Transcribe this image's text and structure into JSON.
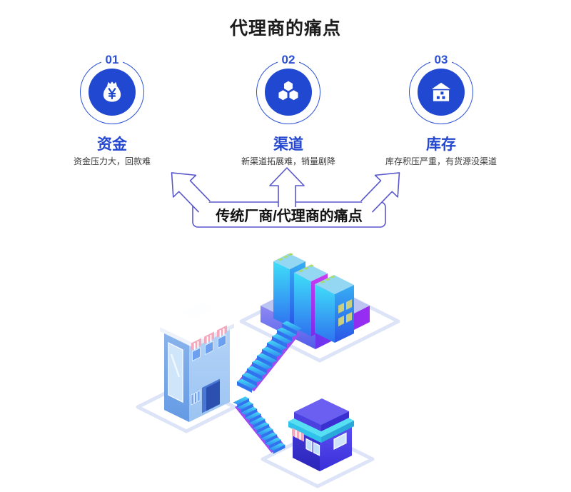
{
  "page": {
    "title": "代理商的痛点",
    "background": "#ffffff"
  },
  "pain_points": [
    {
      "number": "01",
      "icon": "money-bag-icon",
      "label": "资金",
      "description": "资金压力大，回款难"
    },
    {
      "number": "02",
      "icon": "hexagons-icon",
      "label": "渠道",
      "description": "新渠道拓展难，销量剧降"
    },
    {
      "number": "03",
      "icon": "warehouse-icon",
      "label": "库存",
      "description": "库存积压严重，有货源没渠道"
    }
  ],
  "banner": {
    "label": "传统厂商/代理商的痛点"
  },
  "colors": {
    "accent_blue": "#2148d0",
    "number_blue": "#2b50d4",
    "label_blue": "#2347d0",
    "banner_border": "#5957cc",
    "title_text": "#1c1c1c",
    "description_text": "#3a3a3a",
    "illustration": {
      "cyan": "#3fd9f6",
      "blue": "#2f72f0",
      "magenta": "#c93cf2",
      "violet": "#7b2bec",
      "lavender": "#bcc5f2",
      "tile_outline": "#dde4f8",
      "storefront_blue": "#a9cdf6",
      "awning_pink": "#f4a8bc",
      "shop_indigo": "#4038d8"
    }
  }
}
